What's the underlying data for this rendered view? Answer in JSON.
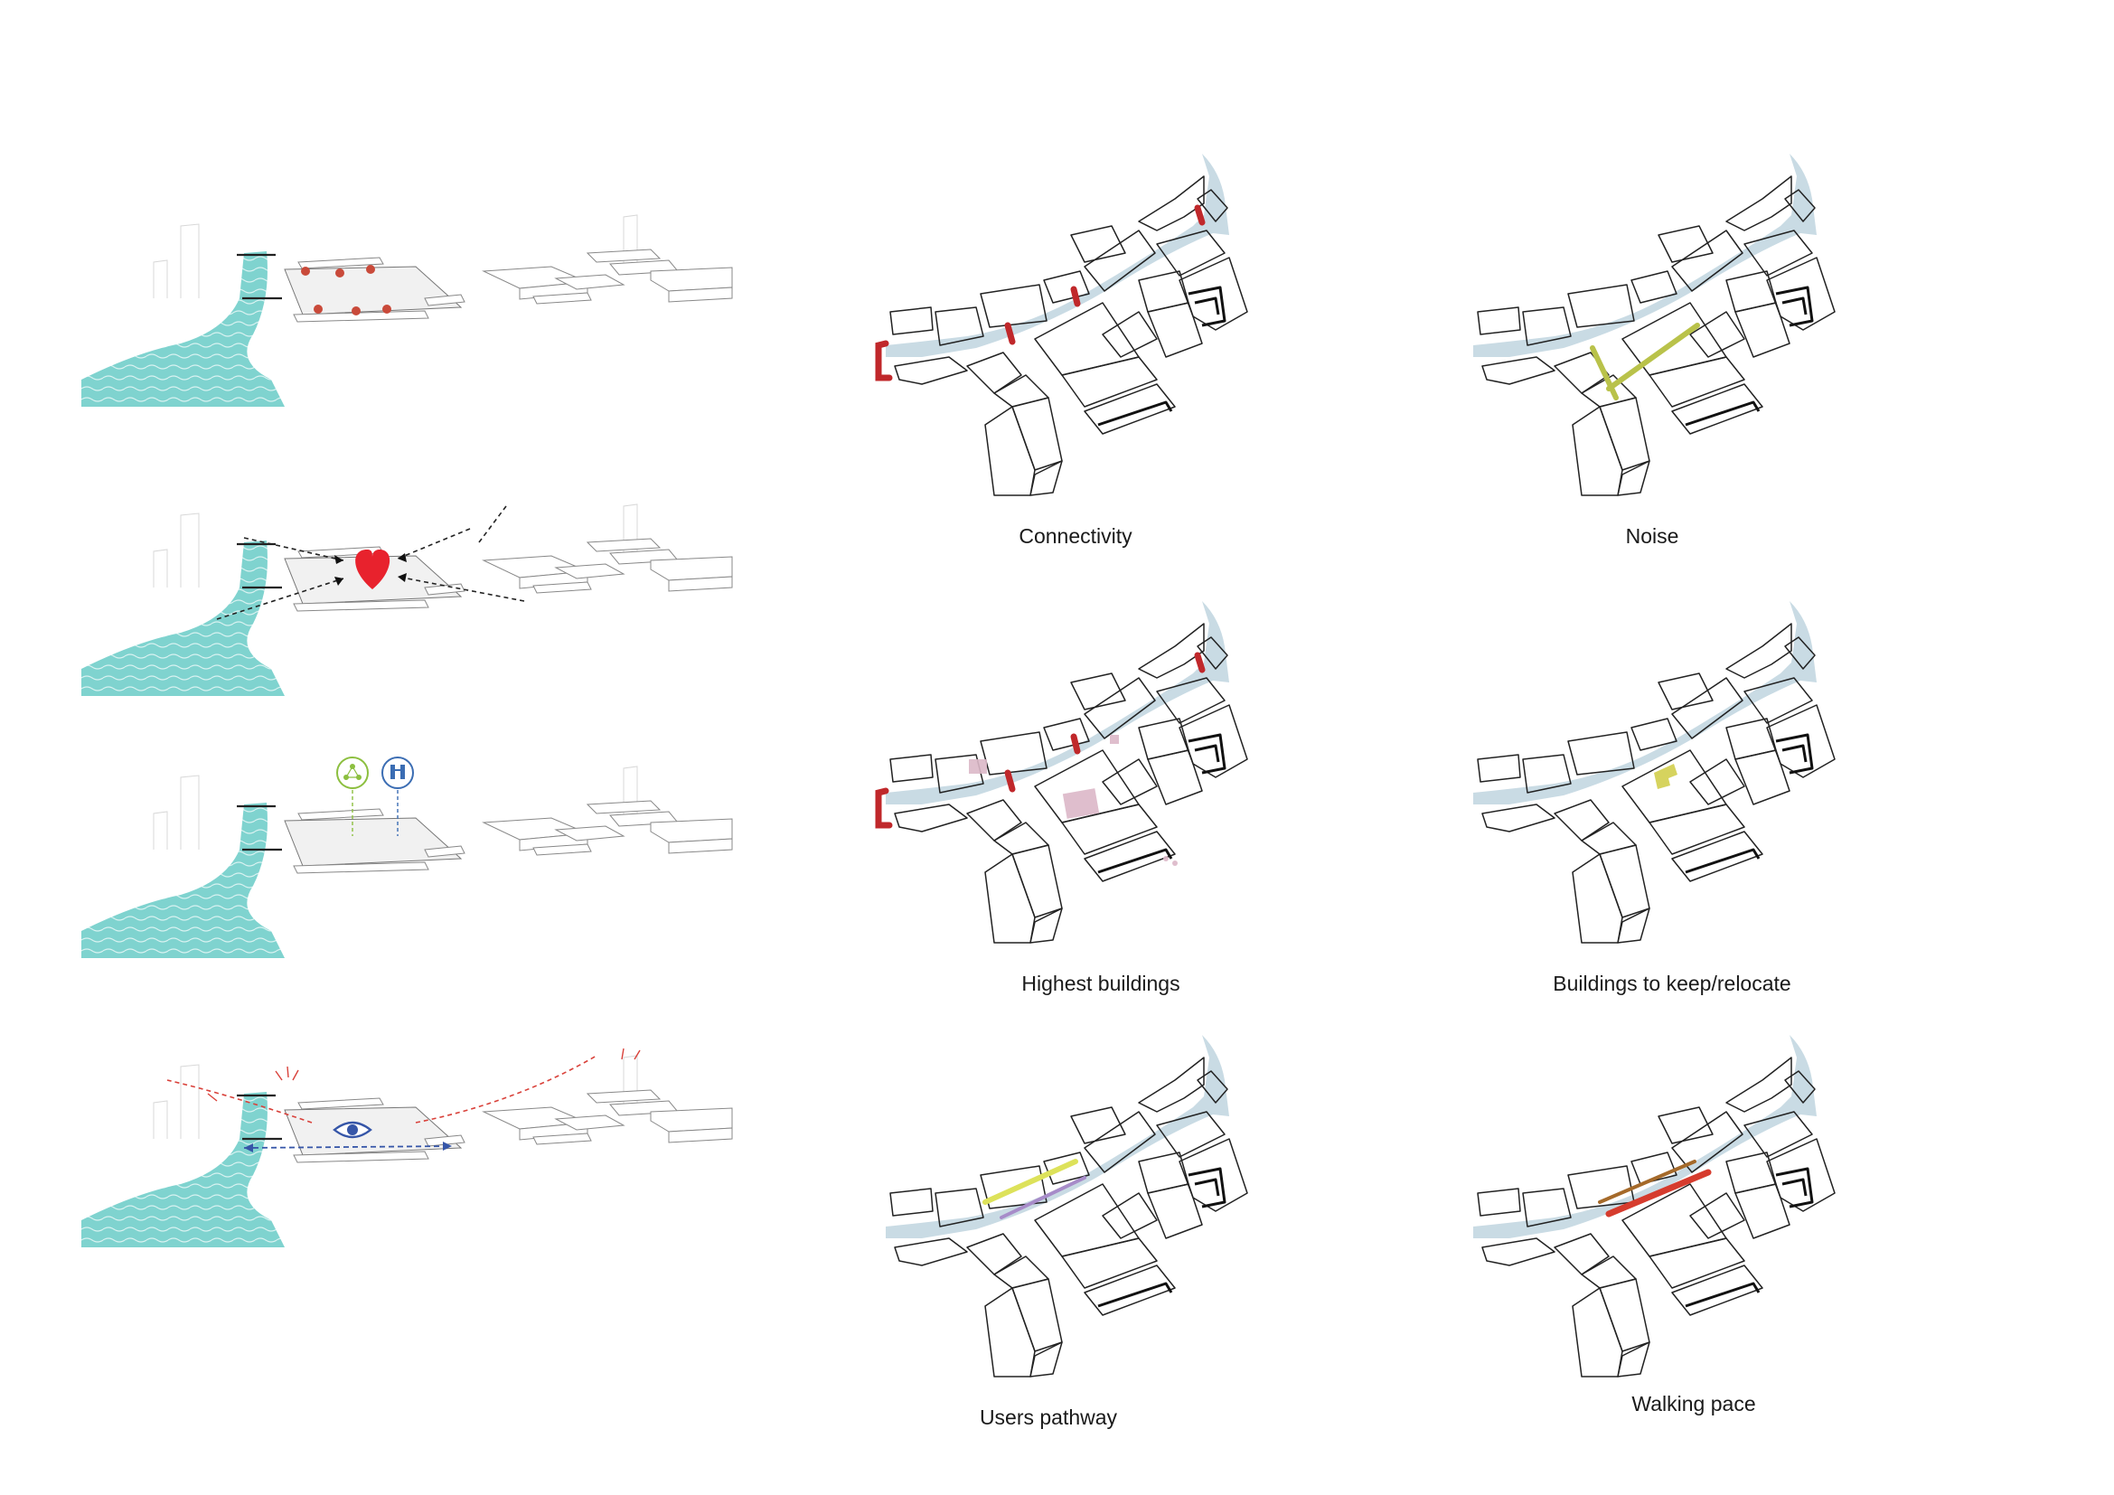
{
  "colors": {
    "water": "#7fd3cf",
    "river_channel": "#c9dbe4",
    "connectivity": "#c0282b",
    "noise": "#b9c24a",
    "highest": "#dcb8c8",
    "keep": "#d6d35e",
    "users_yellow": "#dde25a",
    "users_purple": "#a78cc9",
    "pace_red": "#d63c2e",
    "pace_brown": "#a56a2a",
    "heart": "#e8222d",
    "icon_green": "#8cbf3f",
    "icon_blue": "#3b6db3",
    "arrow_red": "#d9413a",
    "arrow_blue": "#3656a8"
  },
  "map_panels": [
    {
      "id": "connectivity",
      "label": "Connectivity"
    },
    {
      "id": "noise",
      "label": "Noise"
    },
    {
      "id": "highest",
      "label": "Highest buildings"
    },
    {
      "id": "keep",
      "label": "Buildings to keep/relocate"
    },
    {
      "id": "users",
      "label": "Users pathway"
    },
    {
      "id": "pace",
      "label": "Walking pace"
    }
  ],
  "axonometric_panels": [
    {
      "id": "axo-activation",
      "icon": "activation-dots-icon"
    },
    {
      "id": "axo-heart",
      "icon": "heart-icon"
    },
    {
      "id": "axo-community",
      "icon": "community-icons"
    },
    {
      "id": "axo-views",
      "icon": "eye-icon"
    }
  ]
}
